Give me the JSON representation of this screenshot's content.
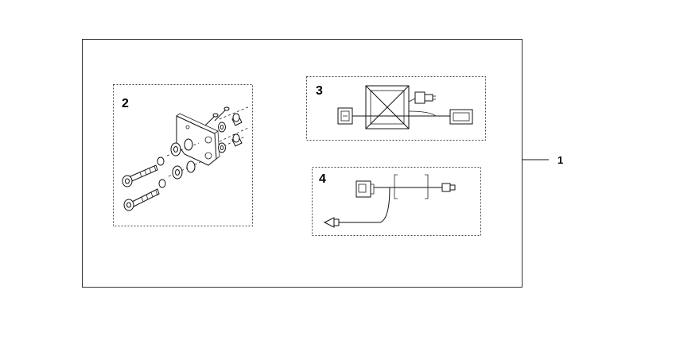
{
  "callouts": {
    "main": "1",
    "bracket_kit": "2",
    "harness_box": "3",
    "wire_lead": "4"
  },
  "colors": {
    "line": "#111111",
    "background": "#ffffff"
  }
}
